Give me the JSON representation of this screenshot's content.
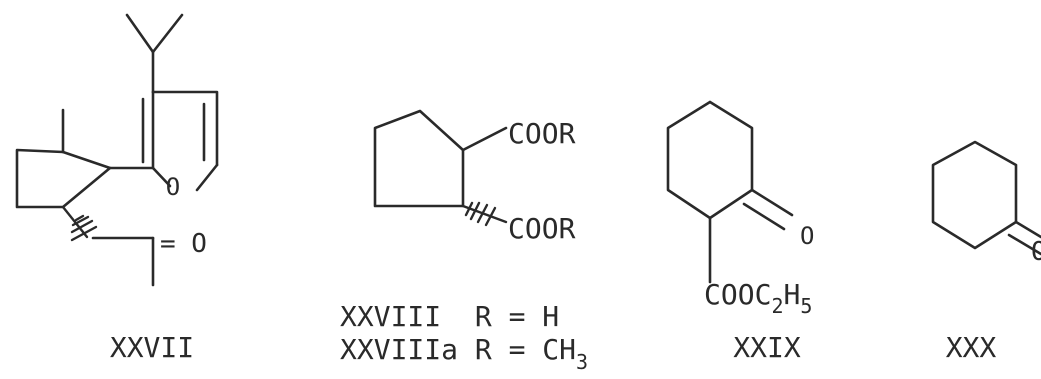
{
  "structures": [
    {
      "id": "xxvii",
      "label": "XXVII",
      "atoms": {
        "ring_oxygen": "O",
        "ketone": "= O"
      }
    },
    {
      "id": "xxviii",
      "label_lines": [
        "XXVIII  R = H",
        "XXVIIIa R = CH"
      ],
      "label_subscript": "3",
      "atoms": {
        "ester_upper": "COOR",
        "ester_lower": "COOR"
      }
    },
    {
      "id": "xxix",
      "label": "XXIX",
      "atoms": {
        "ketone": "O",
        "ester_prefix": "COOC",
        "ester_sub1": "2",
        "ester_mid": "H",
        "ester_sub2": "5"
      }
    },
    {
      "id": "xxx",
      "label": "XXX",
      "atoms": {
        "ketone_partial": "O"
      }
    }
  ]
}
